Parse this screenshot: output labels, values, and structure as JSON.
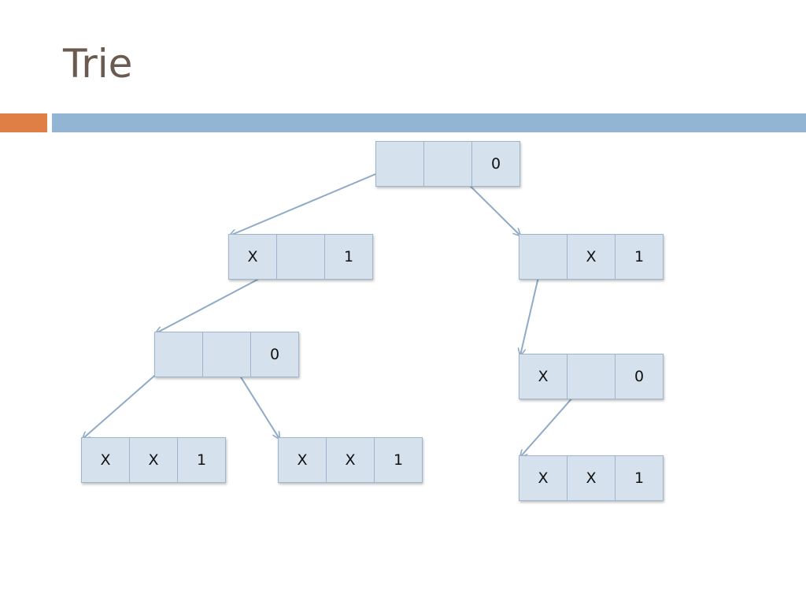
{
  "title": "Trie",
  "colors": {
    "accent_orange": "#e07f45",
    "accent_blue": "#93b5d4",
    "cell_fill": "#d5e1ec",
    "edge": "#8eaac6",
    "title": "#6b5a50"
  },
  "nodes": [
    {
      "id": "root",
      "cells": [
        "",
        "",
        "0"
      ]
    },
    {
      "id": "l",
      "cells": [
        "X",
        "",
        "1"
      ]
    },
    {
      "id": "r",
      "cells": [
        "",
        "X",
        "1"
      ]
    },
    {
      "id": "ll",
      "cells": [
        "",
        "",
        "0"
      ]
    },
    {
      "id": "rl",
      "cells": [
        "X",
        "",
        "0"
      ]
    },
    {
      "id": "lll",
      "cells": [
        "X",
        "X",
        "1"
      ]
    },
    {
      "id": "llr",
      "cells": [
        "X",
        "X",
        "1"
      ]
    },
    {
      "id": "rll",
      "cells": [
        "X",
        "X",
        "1"
      ]
    }
  ],
  "edges": [
    {
      "from": "root",
      "slot": 0,
      "to": "l"
    },
    {
      "from": "root",
      "slot": 1,
      "to": "r"
    },
    {
      "from": "l",
      "slot": 1,
      "to": "ll"
    },
    {
      "from": "r",
      "slot": 0,
      "to": "rl"
    },
    {
      "from": "ll",
      "slot": 0,
      "to": "lll"
    },
    {
      "from": "ll",
      "slot": 1,
      "to": "llr"
    },
    {
      "from": "rl",
      "slot": 1,
      "to": "rll"
    }
  ]
}
